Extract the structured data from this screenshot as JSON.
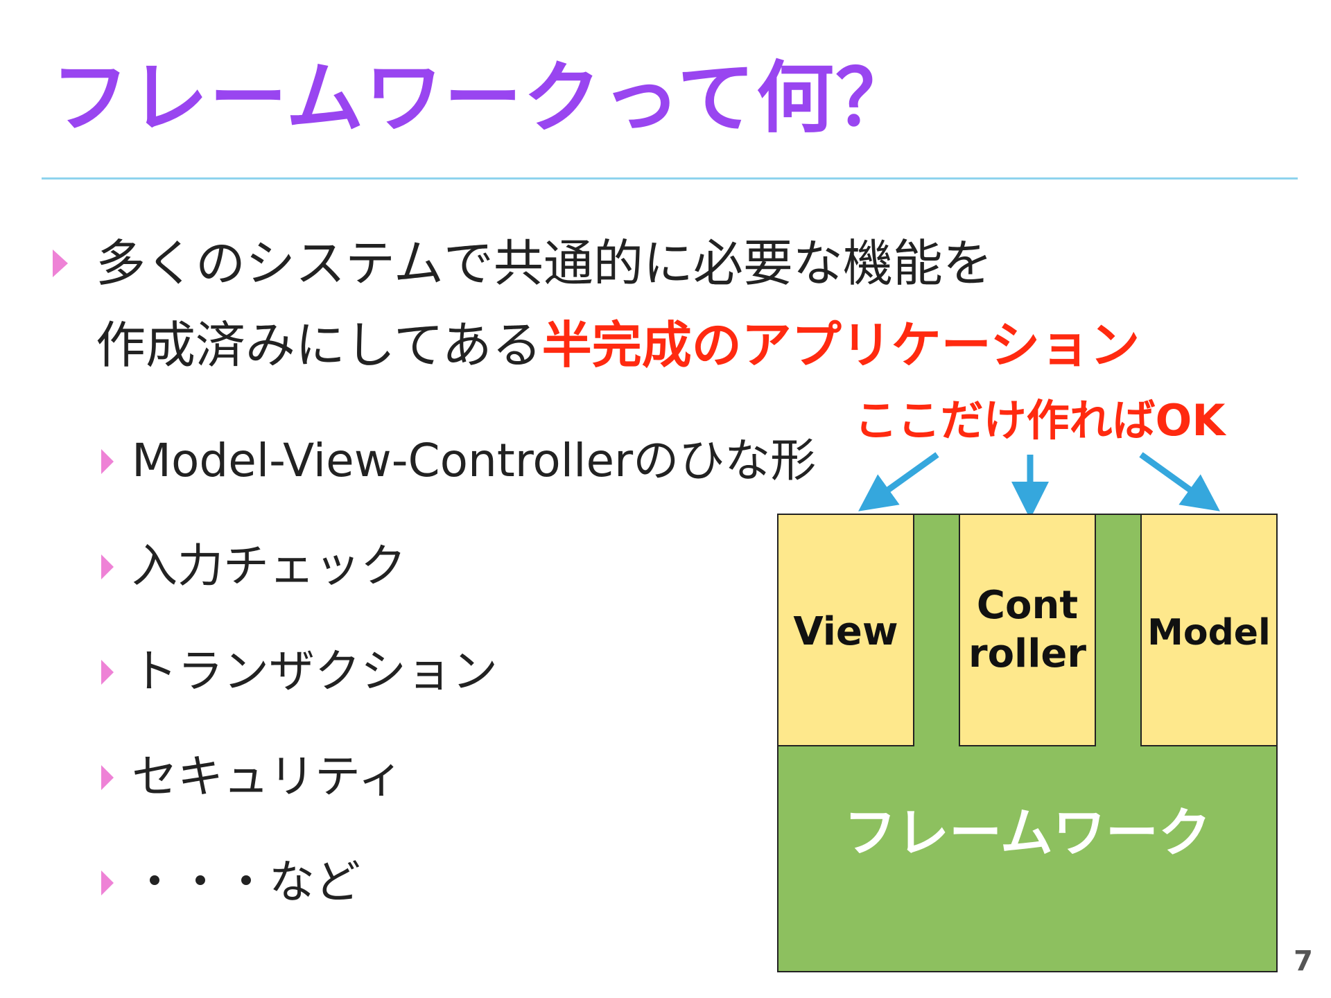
{
  "slide": {
    "title": "フレームワークって何？",
    "bullet1": {
      "line1": "多くのシステムで共通的に必要な機能を",
      "line2_prefix": "作成済みにしてある",
      "line2_highlight": "半完成のアプリケーション"
    },
    "subbullets": [
      "Model-View-Controllerのひな形",
      "入力チェック",
      "トランザクション",
      "セキュリティ",
      "・・・など"
    ],
    "page_number": "7"
  },
  "diagram": {
    "callout": "ここだけ作ればOK",
    "boxes": [
      "View",
      "Cont",
      "roller",
      "Model"
    ],
    "base_label": "フレームワーク"
  },
  "colors": {
    "title": "#9945f0",
    "rule": "#8ed3ee",
    "highlight": "#ff2a10",
    "bullet_marker": "#ee82d6",
    "arrow": "#35a7dd",
    "box_fill": "#fee88c",
    "framework_fill": "#8dc05f",
    "framework_text": "#ffffff",
    "outline": "#222222"
  }
}
